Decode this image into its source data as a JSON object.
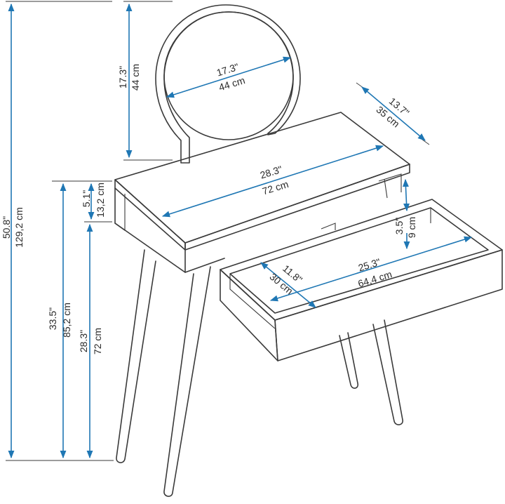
{
  "colors": {
    "line": "#3a3a3a",
    "dimension": "#1f77b4",
    "background": "#ffffff"
  },
  "dims": {
    "mirror_height": {
      "in": "17.3\"",
      "cm": "44 cm"
    },
    "mirror_width": {
      "in": "17.3\"",
      "cm": "44 cm"
    },
    "depth": {
      "in": "13.7\"",
      "cm": "35 cm"
    },
    "top_width": {
      "in": "28.3\"",
      "cm": "72 cm"
    },
    "apron_height": {
      "in": "5.1\"",
      "cm": "13,2 cm"
    },
    "total_height": {
      "in": "50.8\"",
      "cm": "129,2 cm"
    },
    "seat_height": {
      "in": "33.5\"",
      "cm": "85,2 cm"
    },
    "leg_height": {
      "in": "28.3\"",
      "cm": "72 cm"
    },
    "drawer_height": {
      "in": "3.5\"",
      "cm": "9 cm"
    },
    "drawer_width": {
      "in": "25.3\"",
      "cm": "64,4 cm"
    },
    "drawer_depth": {
      "in": "11.8\"",
      "cm": "30 cm"
    }
  }
}
